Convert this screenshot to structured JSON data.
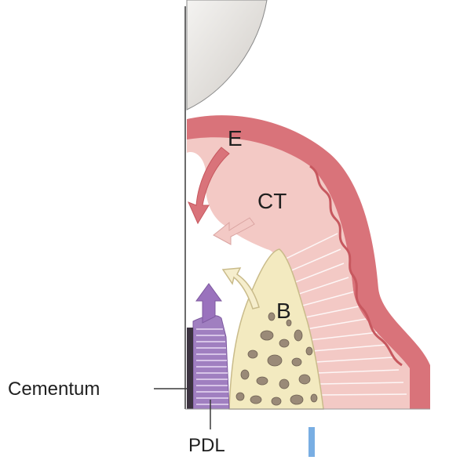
{
  "labels": {
    "epithelium": "E",
    "connective_tissue": "CT",
    "bone": "B",
    "cementum": "Cementum",
    "pdl": "PDL"
  },
  "colors": {
    "epithelium": "#d9737a",
    "connective_tissue": "#f3c9c5",
    "bone": "#f3eac0",
    "pdl": "#a07fc0",
    "cementum": "#3c3340",
    "tooth": "#e8e6e3",
    "accent_bar": "#79aee3"
  }
}
